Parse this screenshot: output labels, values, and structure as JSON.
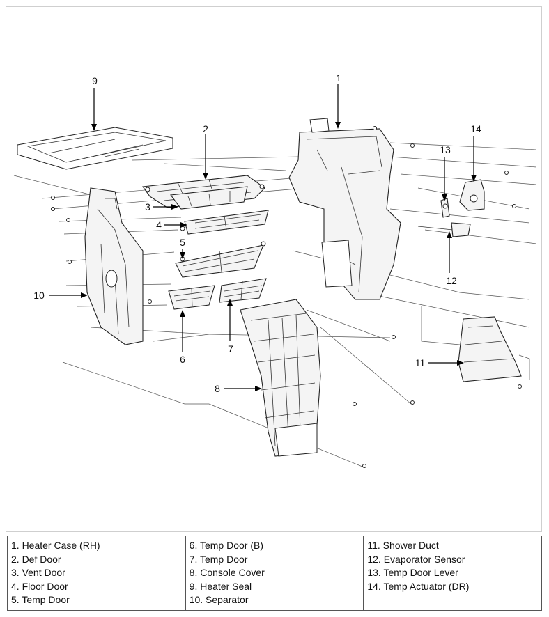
{
  "callouts": {
    "c1": "1",
    "c2": "2",
    "c3": "3",
    "c4": "4",
    "c5": "5",
    "c6": "6",
    "c7": "7",
    "c8": "8",
    "c9": "9",
    "c10": "10",
    "c11": "11",
    "c12": "12",
    "c13": "13",
    "c14": "14"
  },
  "legend": {
    "columns": [
      [
        "1. Heater Case (RH)",
        "2. Def Door",
        "3. Vent Door",
        "4. Floor Door",
        "5. Temp Door"
      ],
      [
        "6. Temp Door (B)",
        "7. Temp Door",
        "8. Console Cover",
        "9. Heater Seal",
        "10. Separator"
      ],
      [
        "11. Shower Duct",
        "12. Evaporator Sensor",
        "13. Temp Door Lever",
        "14. Temp Actuator (DR)"
      ]
    ]
  }
}
